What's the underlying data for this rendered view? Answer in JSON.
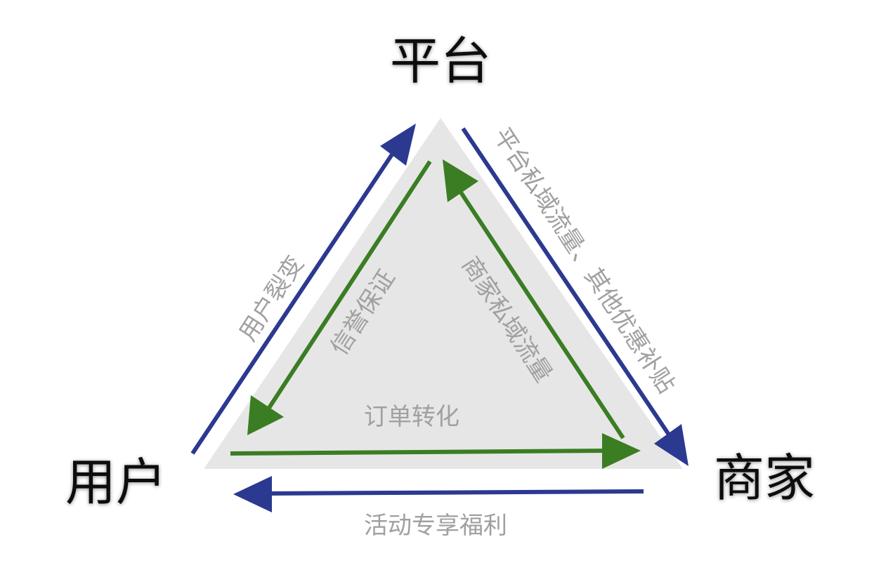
{
  "nodes": {
    "platform": "平台",
    "user": "用户",
    "merchant": "商家"
  },
  "edges": {
    "user_to_platform": "用户裂变",
    "platform_to_user": "信誉保证",
    "platform_to_merchant": "平台私域流量、其他优惠补贴",
    "merchant_to_platform": "商家私域流量",
    "user_to_merchant": "订单转化",
    "merchant_to_user": "活动专享福利"
  },
  "colors": {
    "triangle_fill": "#e6e6e6",
    "blue_arrow": "#2b3990",
    "green_arrow": "#3b7d23",
    "label_gray": "#a0a0a0",
    "node_text": "#111111"
  }
}
